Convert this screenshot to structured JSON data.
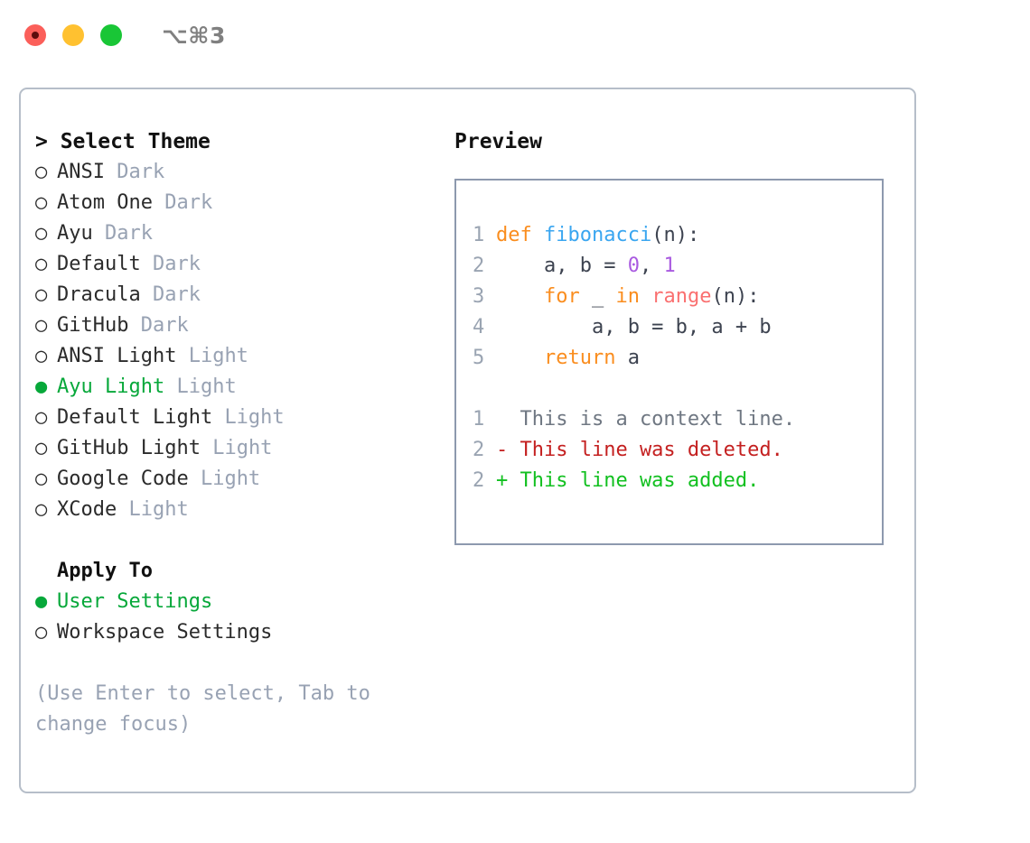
{
  "titlebar": {
    "shortcut": "⌥⌘3",
    "lights": [
      {
        "name": "close",
        "color": "#fb5f5a"
      },
      {
        "name": "minimize",
        "color": "#ffc130"
      },
      {
        "name": "maximize",
        "color": "#19c636"
      }
    ]
  },
  "colors": {
    "accent_green": "#07a83a",
    "muted": "#98a2b3",
    "border": "#b6bec9",
    "code_border": "#8d99ae",
    "keyword": "#fa8d1e",
    "function": "#3aa6f0",
    "number": "#a95ae0",
    "builtin": "#fa7070",
    "diff_delete": "#c42020",
    "diff_add": "#12c020"
  },
  "left": {
    "header": "> Select Theme",
    "themes": [
      {
        "bullet": "○",
        "name": "ANSI",
        "tag": "Dark",
        "selected": false
      },
      {
        "bullet": "○",
        "name": "Atom One",
        "tag": "Dark",
        "selected": false
      },
      {
        "bullet": "○",
        "name": "Ayu",
        "tag": "Dark",
        "selected": false
      },
      {
        "bullet": "○",
        "name": "Default",
        "tag": "Dark",
        "selected": false
      },
      {
        "bullet": "○",
        "name": "Dracula",
        "tag": "Dark",
        "selected": false
      },
      {
        "bullet": "○",
        "name": "GitHub",
        "tag": "Dark",
        "selected": false
      },
      {
        "bullet": "○",
        "name": "ANSI Light",
        "tag": "Light",
        "selected": false
      },
      {
        "bullet": "●",
        "name": "Ayu Light",
        "tag": "Light",
        "selected": true
      },
      {
        "bullet": "○",
        "name": "Default Light",
        "tag": "Light",
        "selected": false
      },
      {
        "bullet": "○",
        "name": "GitHub Light",
        "tag": "Light",
        "selected": false
      },
      {
        "bullet": "○",
        "name": "Google Code",
        "tag": "Light",
        "selected": false
      },
      {
        "bullet": "○",
        "name": "XCode",
        "tag": "Light",
        "selected": false
      }
    ],
    "apply_to_header": "Apply To",
    "apply_options": [
      {
        "bullet": "●",
        "name": "User Settings",
        "selected": true
      },
      {
        "bullet": "○",
        "name": "Workspace Settings",
        "selected": false
      }
    ],
    "hint": "(Use Enter to select, Tab to change focus)"
  },
  "right": {
    "preview_title": "Preview",
    "code_lines": [
      {
        "num": "1",
        "tokens": [
          {
            "t": "def",
            "c": "kw"
          },
          {
            "t": " ",
            "c": "plain"
          },
          {
            "t": "fibonacci",
            "c": "fn"
          },
          {
            "t": "(n):",
            "c": "plain"
          }
        ]
      },
      {
        "num": "2",
        "tokens": [
          {
            "t": "    a, b = ",
            "c": "plain"
          },
          {
            "t": "0",
            "c": "num"
          },
          {
            "t": ", ",
            "c": "plain"
          },
          {
            "t": "1",
            "c": "num"
          }
        ]
      },
      {
        "num": "3",
        "tokens": [
          {
            "t": "    ",
            "c": "plain"
          },
          {
            "t": "for",
            "c": "kw"
          },
          {
            "t": " _ ",
            "c": "plain"
          },
          {
            "t": "in",
            "c": "kw"
          },
          {
            "t": " ",
            "c": "plain"
          },
          {
            "t": "range",
            "c": "bi"
          },
          {
            "t": "(n):",
            "c": "plain"
          }
        ]
      },
      {
        "num": "4",
        "tokens": [
          {
            "t": "        a, b = b, a + b",
            "c": "plain"
          }
        ]
      },
      {
        "num": "5",
        "tokens": [
          {
            "t": "    ",
            "c": "plain"
          },
          {
            "t": "return",
            "c": "kw"
          },
          {
            "t": " a",
            "c": "plain"
          }
        ]
      },
      {
        "num": "",
        "tokens": [
          {
            "t": " ",
            "c": "plain"
          }
        ]
      },
      {
        "num": "1",
        "tokens": [
          {
            "t": "  This is a context line.",
            "c": "ctx"
          }
        ]
      },
      {
        "num": "2",
        "tokens": [
          {
            "t": "- This line was deleted.",
            "c": "del"
          }
        ]
      },
      {
        "num": "2",
        "tokens": [
          {
            "t": "+ This line was added.",
            "c": "add"
          }
        ]
      }
    ]
  }
}
